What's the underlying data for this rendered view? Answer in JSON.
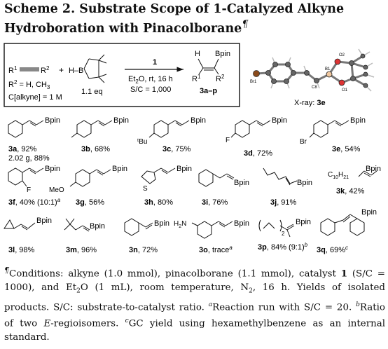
{
  "title": {
    "line1": "Scheme 2. Substrate Scope of 1-Catalyzed Alkyne",
    "line2": "Hydroboration with Pinacolborane",
    "dagger": "¶"
  },
  "scheme": {
    "reactant_left": "R",
    "reactant_sup1": "1",
    "reactant_sup2": "2",
    "r2_def": "R",
    "r2_def_tail": " = H, CH",
    "r2_def_sub": "3",
    "calkyne": "C[alkyne] = 1 M",
    "plus": "+",
    "hb": "H–B",
    "eq": "1.1 eq",
    "catalyst": "1",
    "cond1": "Et",
    "cond1_sub": "2",
    "cond1_tail": "O, rt, 16 h",
    "cond2": "S/C = 1,000",
    "prod_h": "H",
    "prod_bpin": "Bpin",
    "prod_r1": "R",
    "prod_r2": "R",
    "prod_label": "3a–p",
    "xray_label": "X-ray: ",
    "xray_compound": "3e",
    "atom_labels": [
      "O2",
      "B1",
      "C8",
      "O1",
      "Br1"
    ]
  },
  "products": [
    {
      "id": "3a",
      "yield": ", 92%",
      "extra": "2.02 g, 88%"
    },
    {
      "id": "3b",
      "yield": ", 68%"
    },
    {
      "id": "3c",
      "yield": ", 75%",
      "sub": "ᵗBu"
    },
    {
      "id": "3d",
      "yield": ", 72%",
      "sub": "F"
    },
    {
      "id": "3e",
      "yield": ", 54%",
      "sub": "Br"
    },
    {
      "id": "3f",
      "yield": ", 40% (10:1)",
      "mark": "a",
      "sub": "F"
    },
    {
      "id": "3g",
      "yield": ", 56%",
      "sub": "MeO"
    },
    {
      "id": "3h",
      "yield": ", 80%",
      "sub": "S"
    },
    {
      "id": "3i",
      "yield": ", 76%"
    },
    {
      "id": "3j",
      "yield": ", 91%"
    },
    {
      "id": "3k",
      "yield": ", 42%",
      "sub": "C",
      "sub2": "10",
      "sub3": "H",
      "sub4": "21"
    },
    {
      "id": "3l",
      "yield": ", 98%"
    },
    {
      "id": "3m",
      "yield": ", 96%"
    },
    {
      "id": "3n",
      "yield": ", 72%"
    },
    {
      "id": "3o",
      "yield": ", trace",
      "mark": "a",
      "sub": "H",
      "sub2": "2",
      "sub3": "N"
    },
    {
      "id": "3p",
      "yield": ", 84% (9:1)",
      "mark": "b",
      "sub": "2"
    },
    {
      "id": "3q",
      "yield": ", 69%",
      "mark": "c"
    }
  ],
  "bpin": "Bpin",
  "footnote": {
    "dagger": "¶",
    "p1": "Conditions: alkyne (1.0 mmol), pinacolborane (1.1 mmol), catalyst ",
    "cat": "1",
    "p2": " (S/C = 1000), and Et",
    "p2_sub": "2",
    "p3": "O (1 mL), room temperature, N",
    "p3_sub": "2",
    "p4": ", 16 h. Yields of isolated products. S/C: substrate-to-catalyst ratio. ",
    "a_mark": "a",
    "a_text": "Reaction run with S/C = 20. ",
    "b_mark": "b",
    "b_text": "Ratio of two ",
    "b_e": "E",
    "b_text2": "-regioisomers. ",
    "c_mark": "c",
    "c_text": "GC yield using hexamethylbenzene as an internal standard."
  }
}
